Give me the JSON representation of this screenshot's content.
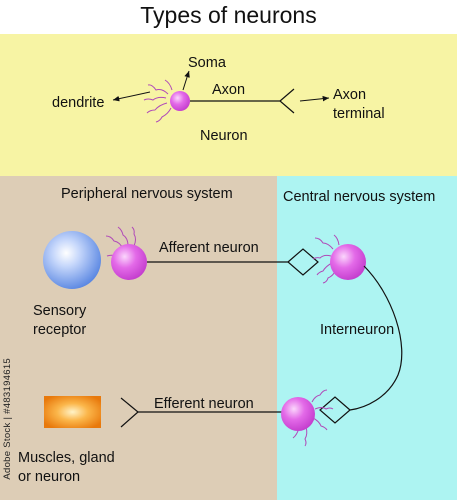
{
  "title": "Types of neurons",
  "top": {
    "soma": "Soma",
    "dendrite": "dendrite",
    "axon": "Axon",
    "axon_terminal_line1": "Axon",
    "axon_terminal_line2": "terminal",
    "neuron": "Neuron"
  },
  "pns": {
    "heading": "Peripheral nervous system",
    "afferent": "Afferent neuron",
    "efferent": "Efferent neuron",
    "sensory_line1": "Sensory",
    "sensory_line2": "receptor",
    "effector_line1": "Muscles, gland",
    "effector_line2": "or neuron"
  },
  "cns": {
    "heading": "Central nervous system",
    "interneuron": "Interneuron"
  },
  "watermark": "Adobe Stock | #483194615",
  "colors": {
    "top_bg": "#f7f4a4",
    "pns_bg": "#ddcdb6",
    "cns_bg": "#adf4f2",
    "soma": "#e36ae8",
    "dendrites": "#b04ab8",
    "receptor": "#6b98ea",
    "effector": "#f08a1a"
  }
}
